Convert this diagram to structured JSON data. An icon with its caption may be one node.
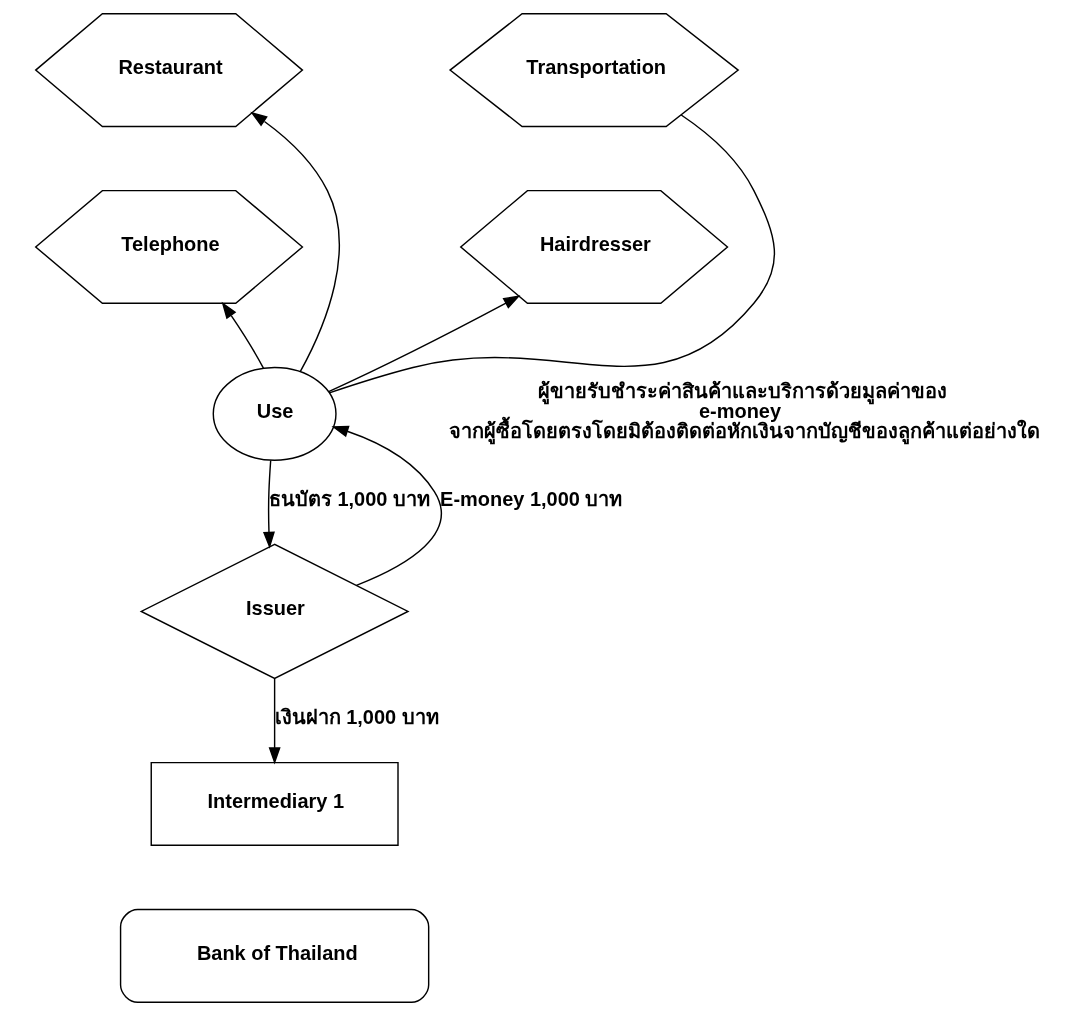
{
  "diagram": {
    "nodes": [
      {
        "text": [
          "Restaurant"
        ]
      },
      {
        "text": [
          "Transportation"
        ]
      },
      {
        "text": [
          "Telephone"
        ]
      },
      {
        "text": [
          "Hairdresser"
        ]
      },
      {
        "text": [
          "Use"
        ]
      },
      {
        "text": [
          "Issuer"
        ]
      },
      {
        "text": [
          "Intermediary 1"
        ]
      },
      {
        "text": [
          "Bank of Thailand"
        ]
      }
    ],
    "edges": [
      {
        "from": 4,
        "to": 0,
        "arrow": "to"
      },
      {
        "from": 4,
        "to": 1,
        "arrow": "none"
      },
      {
        "from": 4,
        "to": 2,
        "arrow": "to"
      },
      {
        "from": 4,
        "to": 3,
        "arrow": "to"
      },
      {
        "from": 4,
        "to": 5,
        "arrow": "to",
        "label": "ธนบัตร 1,000 บาท"
      },
      {
        "from": 5,
        "to": 4,
        "arrow": "to",
        "label": "E-money 1,000 บาท"
      },
      {
        "from": 5,
        "to": 6,
        "arrow": "to",
        "label": "เงินฝาก 1,000 บาท"
      }
    ],
    "labels": [
      "ผู้ขายรับชำระค่าสินค้าและบริการด้วยมูลค่าของ e-money จากผู้ซื้อโดยตรงโดยมิต้องติดต่อหักเงินจากบัญชีของลูกค้าแต่อย่างใด"
    ]
  }
}
